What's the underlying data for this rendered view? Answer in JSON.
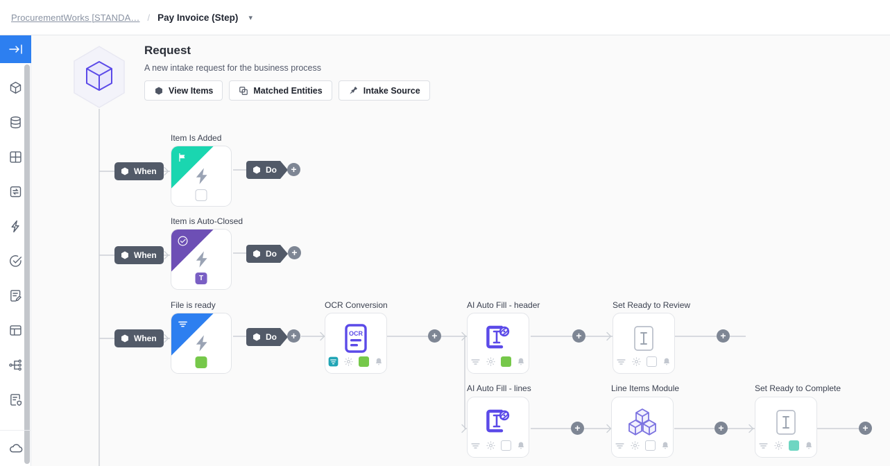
{
  "breadcrumb": {
    "parent_label": "ProcurementWorks [STANDA…",
    "separator": "/",
    "current_label": "Pay Invoice (Step)",
    "caret_icon": "chevron-down-icon"
  },
  "sidebar": {
    "toggle_icon": "expand-panel-arrow-icon",
    "toggle_color": "#2d7ff0",
    "items": [
      {
        "icon": "cube-icon"
      },
      {
        "icon": "database-icon"
      },
      {
        "icon": "grid-icon"
      },
      {
        "icon": "data-transfer-icon"
      },
      {
        "icon": "lightning-bolt-icon"
      },
      {
        "icon": "check-circle-icon"
      },
      {
        "icon": "document-edit-icon"
      },
      {
        "icon": "layout-panel-icon"
      },
      {
        "icon": "sitemap-icon"
      },
      {
        "icon": "document-shield-icon"
      }
    ],
    "bottom_item": {
      "icon": "cloud-icon"
    }
  },
  "header": {
    "avatar_icon": "hexagon-cube-icon",
    "title": "Request",
    "subtitle": "A new intake request for the business process",
    "buttons": [
      {
        "label": "View Items",
        "icon": "cube-icon"
      },
      {
        "label": "Matched Entities",
        "icon": "copy-squares-icon"
      },
      {
        "label": "Intake Source",
        "icon": "plug-icon"
      }
    ]
  },
  "flow": {
    "when_label": "When",
    "do_label": "Do",
    "add_label": "+",
    "triggers": [
      {
        "label": "Item Is Added",
        "corner_color": "#1ad6b0",
        "corner_icon": "flag-icon",
        "body_icon": "lightning-bolt-icon",
        "badge": "empty"
      },
      {
        "label": "Item is Auto-Closed",
        "corner_color": "#6d4fb5",
        "corner_icon": "check-circle-icon",
        "body_icon": "lightning-bolt-icon",
        "badge": "letter-t",
        "badge_text": "T"
      },
      {
        "label": "File is ready",
        "corner_color": "#2d7ff0",
        "corner_icon": "filter-lines-icon",
        "body_icon": "lightning-bolt-icon",
        "badge": "green"
      }
    ],
    "actions": [
      {
        "label": "OCR Conversion",
        "icon": "ocr-document-icon",
        "icon_color": "#5b4ae8",
        "active": true,
        "footer": {
          "filter_icon": "filter-lines-icon",
          "filter_active": true,
          "gear_icon": "gear-icon",
          "square": "green",
          "bell_icon": "bell-icon"
        }
      },
      {
        "label": "AI Auto Fill - header",
        "icon": "ai-autofill-icon",
        "icon_color": "#5b4ae8",
        "active": true,
        "footer": {
          "filter_icon": "filter-lines-icon",
          "filter_active": false,
          "gear_icon": "gear-icon",
          "square": "green",
          "bell_icon": "bell-icon"
        }
      },
      {
        "label": "Set Ready to Review",
        "icon": "text-cursor-icon",
        "icon_color": "#9aa2ae",
        "active": false,
        "footer": {
          "filter_icon": "filter-lines-icon",
          "filter_active": false,
          "gear_icon": "gear-icon",
          "square": "empty",
          "bell_icon": "bell-icon"
        }
      },
      {
        "label": "AI Auto Fill - lines",
        "icon": "ai-autofill-icon",
        "icon_color": "#5b4ae8",
        "active": true,
        "footer": {
          "filter_icon": "filter-lines-icon",
          "filter_active": false,
          "gear_icon": "gear-icon",
          "square": "empty",
          "bell_icon": "bell-icon"
        }
      },
      {
        "label": "Line Items Module",
        "icon": "stacked-cubes-icon",
        "icon_color": "#7b72e0",
        "active": true,
        "footer": {
          "filter_icon": "filter-lines-icon",
          "filter_active": false,
          "gear_icon": "gear-icon",
          "square": "empty",
          "bell_icon": "bell-icon"
        }
      },
      {
        "label": "Set Ready to Complete",
        "icon": "text-cursor-icon",
        "icon_color": "#9aa2ae",
        "active": false,
        "footer": {
          "filter_icon": "filter-lines-icon",
          "filter_active": false,
          "gear_icon": "gear-icon",
          "square": "teal",
          "bell_icon": "bell-icon"
        }
      }
    ]
  }
}
